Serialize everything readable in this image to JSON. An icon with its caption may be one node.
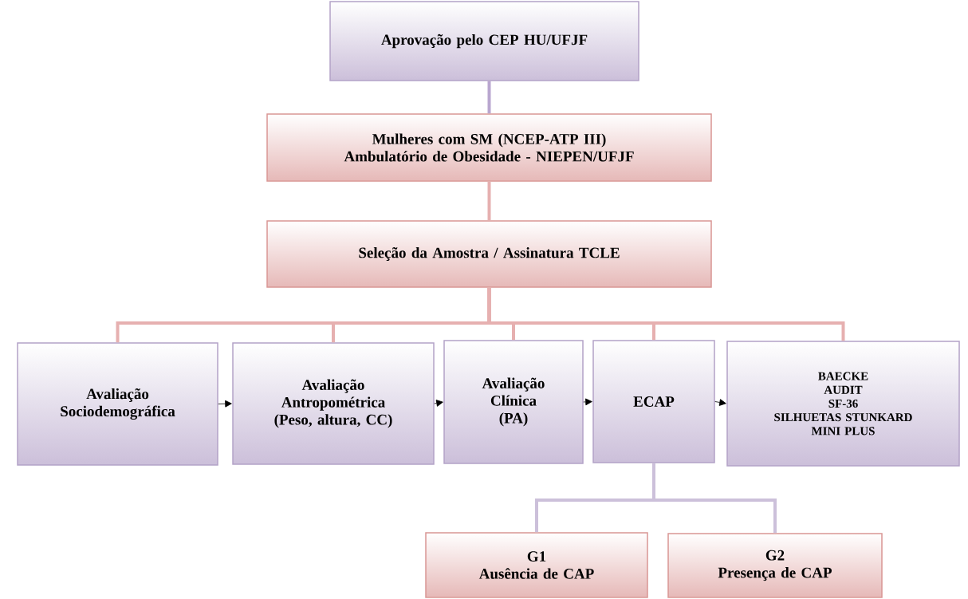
{
  "diagram": {
    "nodes": [
      {
        "text": [
          "Aprovação pelo CEP HU/UFJF"
        ]
      },
      {
        "text": [
          "Mulheres com SM (NCEP-ATP III)",
          "Ambulatório de Obesidade - NIEPEN/UFJF"
        ]
      },
      {
        "text": [
          "Seleção da Amostra / Assinatura TCLE"
        ]
      },
      {
        "text": [
          "Avaliação Sociodemográfica"
        ]
      },
      {
        "text": [
          "Avaliação Antropométrica (Peso, altura, CC)"
        ]
      },
      {
        "text": [
          "Avaliação Clínica (PA)"
        ]
      },
      {
        "text": [
          "ECAP"
        ]
      },
      {
        "text": [
          "BAECKE",
          "AUDIT",
          "SF-36",
          "SILHUETAS STUNKARD",
          "MINI PLUS"
        ]
      },
      {
        "text": [
          "G1",
          "Ausência de CAP"
        ]
      },
      {
        "text": [
          "G2",
          "Presença de CAP"
        ]
      }
    ],
    "edges": [
      {
        "from": 0,
        "to": 1,
        "arrow": "none",
        "color": "#b9a6cf"
      },
      {
        "from": 1,
        "to": 2,
        "arrow": "none"
      },
      {
        "from": 2,
        "to": 3,
        "arrow": "none"
      },
      {
        "from": 2,
        "to": 4,
        "arrow": "none"
      },
      {
        "from": 2,
        "to": 5,
        "arrow": "none"
      },
      {
        "from": 2,
        "to": 6,
        "arrow": "none"
      },
      {
        "from": 2,
        "to": 7,
        "arrow": "none"
      },
      {
        "from": 3,
        "to": 4,
        "arrow": "to",
        "color": "#000000"
      },
      {
        "from": 4,
        "to": 5,
        "arrow": "to",
        "color": "#000000"
      },
      {
        "from": 5,
        "to": 6,
        "arrow": "to",
        "color": "#000000"
      },
      {
        "from": 6,
        "to": 7,
        "arrow": "to",
        "color": "#000000"
      },
      {
        "from": 6,
        "to": 8,
        "arrow": "none",
        "color": "#ccc0da"
      },
      {
        "from": 6,
        "to": 9,
        "arrow": "none",
        "color": "#ccc0da"
      }
    ]
  }
}
